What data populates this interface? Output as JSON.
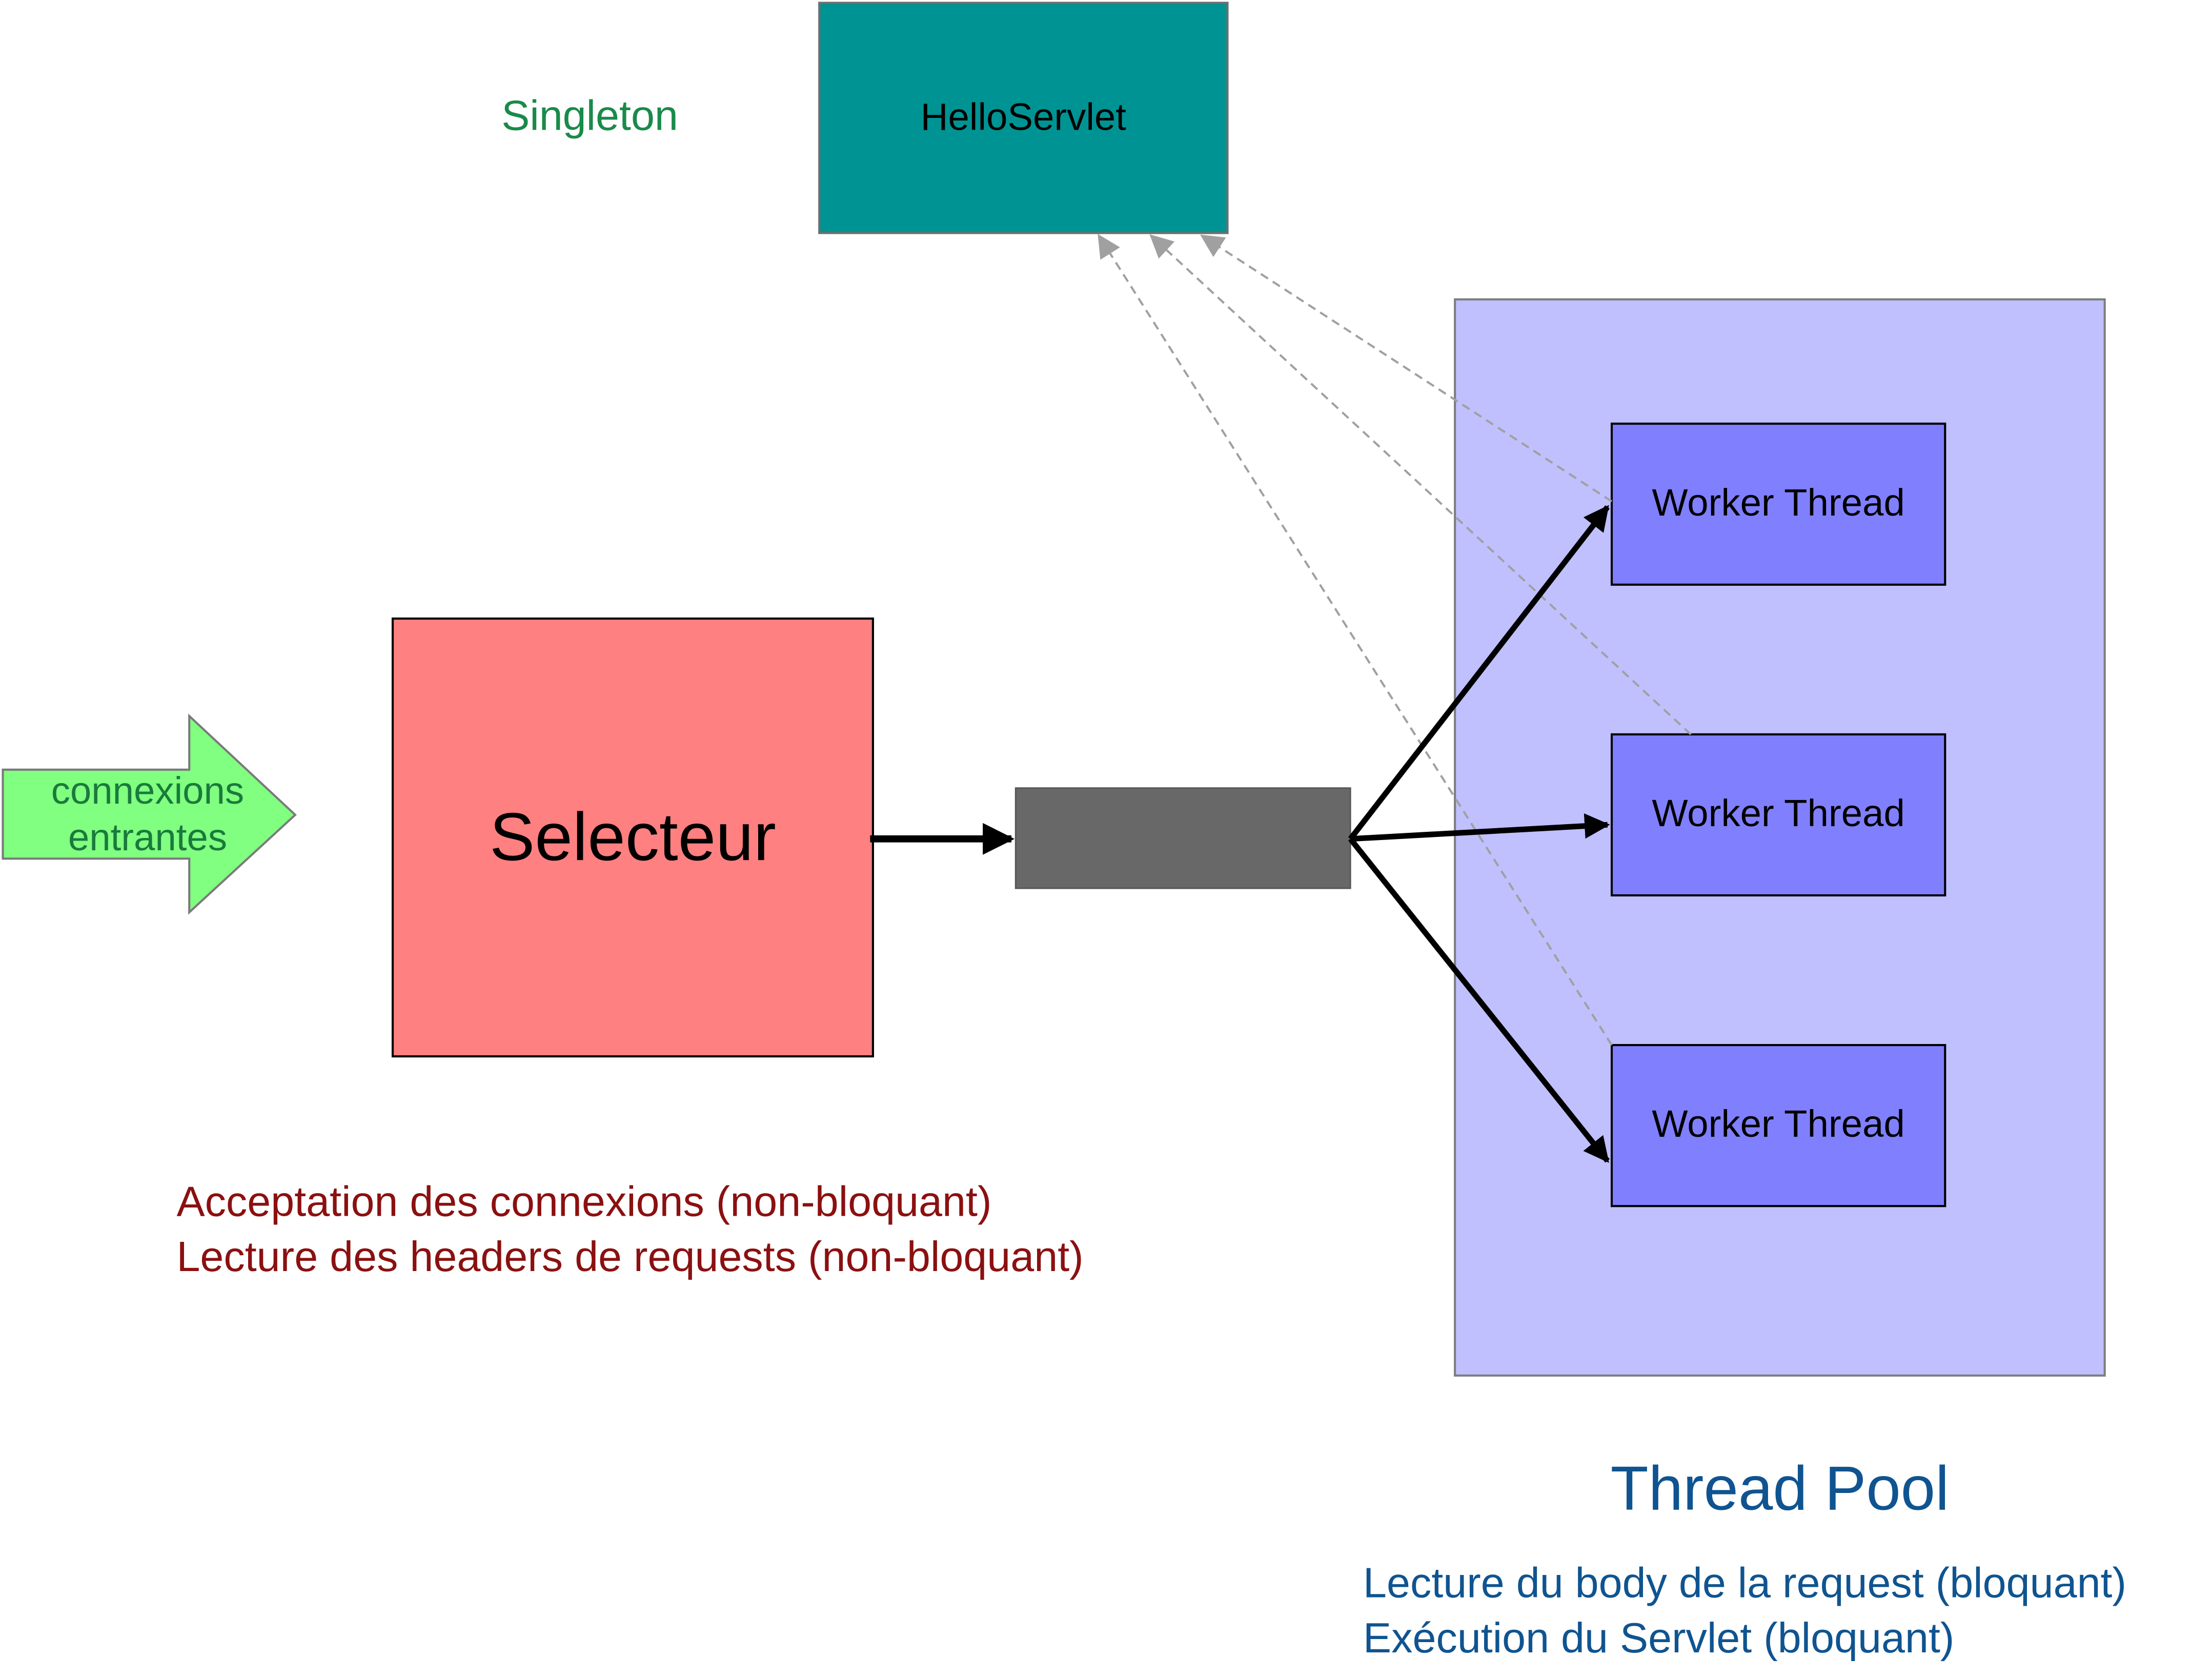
{
  "singleton": {
    "label": "Singleton",
    "color": "#1a8a4a"
  },
  "servlet": {
    "label": "HelloServlet",
    "fill": "#009393",
    "stroke": "#6e6e6e"
  },
  "incoming": {
    "line1": "connexions",
    "line2": "entrantes",
    "fill": "#80ff80",
    "text_color": "#1a7a3c"
  },
  "selector": {
    "label": "Selecteur",
    "fill": "#ff8080"
  },
  "queue": {
    "fill": "#686868"
  },
  "pool": {
    "fill": "#c0c0ff",
    "workers": [
      {
        "label": "Worker Thread"
      },
      {
        "label": "Worker Thread"
      },
      {
        "label": "Worker Thread"
      }
    ],
    "worker_fill": "#8080ff"
  },
  "selector_notes": {
    "line1": "Acceptation des connexions (non-bloquant)",
    "line2": "Lecture des headers de requests (non-bloquant)",
    "color": "#8b1010"
  },
  "pool_caption": {
    "title": "Thread Pool",
    "line1": "Lecture du body de la request (bloquant)",
    "line2": "Exécution du Servlet (bloquant)",
    "color": "#0f5490"
  }
}
